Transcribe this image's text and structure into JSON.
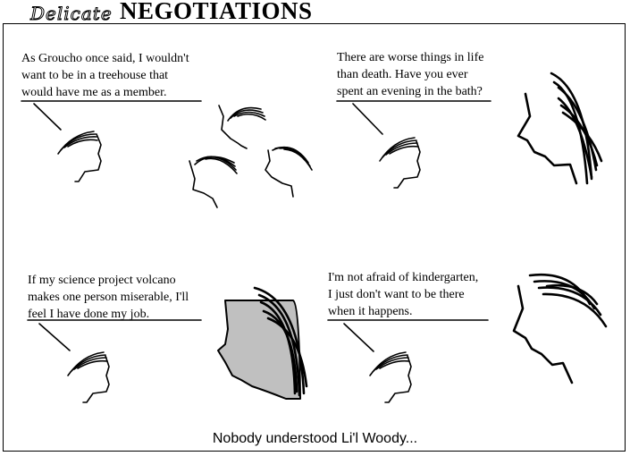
{
  "header": {
    "title_script": "Delicate",
    "title_main": "NEGOTIATIONS"
  },
  "panels": [
    {
      "text": [
        "As Groucho once said, I wouldn't",
        "want to be in a treehouse that",
        "would have me as a member."
      ]
    },
    {
      "text": [
        "There are worse things in life",
        "than death. Have you ever",
        "spent an evening in the bath?"
      ]
    },
    {
      "text": [
        "If my science project volcano",
        "makes one person miserable, I'll",
        "feel I have done my job."
      ]
    },
    {
      "text": [
        "I'm not afraid of kindergarten,",
        "I just don't want to be there",
        "when it happens."
      ]
    }
  ],
  "caption": "Nobody understood Li'l Woody...",
  "colors": {
    "ink": "#000000",
    "shade": "#c0c0c0",
    "background": "#ffffff"
  }
}
